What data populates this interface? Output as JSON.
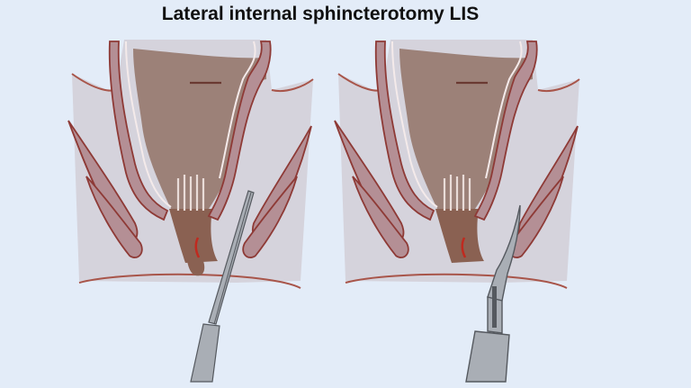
{
  "title": "Lateral internal sphincterotomy LIS",
  "colors": {
    "background": "#e3ecf8",
    "tissue_outer": "#d5d3dc",
    "muscle": "#b48f95",
    "muscle_stroke": "#8e3a36",
    "lumen": "#9c8178",
    "anal_canal": "#8a6152",
    "incision": "#c02a1f",
    "instrument": "#a9aeb5",
    "instrument_dark": "#55595f"
  },
  "panels": [
    {
      "id": "left",
      "instrument": "needle-blade-icon"
    },
    {
      "id": "right",
      "instrument": "scalpel-icon"
    }
  ]
}
